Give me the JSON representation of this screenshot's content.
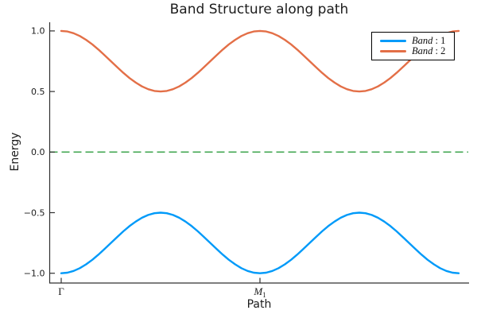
{
  "chart_data": {
    "type": "line",
    "title": "Band Structure along path",
    "xlabel": "Path",
    "ylabel": "Energy",
    "xlim": [
      -0.06,
      2.05
    ],
    "ylim": [
      -1.08,
      1.07
    ],
    "grid": false,
    "legend": {
      "position": "top-right",
      "border_color": "#000000",
      "background": "#ffffff"
    },
    "xticks": [
      {
        "value": 0,
        "text": "Γ",
        "italic": false,
        "sub": ""
      },
      {
        "value": 1,
        "text": "M",
        "italic": true,
        "sub": "1"
      }
    ],
    "yticks": [
      {
        "value": 1.0,
        "label": "1.0"
      },
      {
        "value": 0.5,
        "label": "0.5"
      },
      {
        "value": 0.0,
        "label": "0.0"
      },
      {
        "value": -0.5,
        "label": "−0.5"
      },
      {
        "value": -1.0,
        "label": "−1.0"
      }
    ],
    "x": [
      0,
      0.03125,
      0.0625,
      0.09375,
      0.125,
      0.15625,
      0.1875,
      0.21875,
      0.25,
      0.28125,
      0.3125,
      0.34375,
      0.375,
      0.40625,
      0.4375,
      0.46875,
      0.5,
      0.53125,
      0.5625,
      0.59375,
      0.625,
      0.65625,
      0.6875,
      0.71875,
      0.75,
      0.78125,
      0.8125,
      0.84375,
      0.875,
      0.90625,
      0.9375,
      0.96875,
      1,
      1.03125,
      1.0625,
      1.09375,
      1.125,
      1.15625,
      1.1875,
      1.21875,
      1.25,
      1.28125,
      1.3125,
      1.34375,
      1.375,
      1.40625,
      1.4375,
      1.46875,
      1.5,
      1.53125,
      1.5625,
      1.59375,
      1.625,
      1.65625,
      1.6875,
      1.71875,
      1.75,
      1.78125,
      1.8125,
      1.84375,
      1.875,
      1.90625,
      1.9375,
      1.96875,
      2
    ],
    "series": [
      {
        "id": "band-1",
        "label_math": "Band",
        "label_rest": " : 1",
        "color": "#009af9",
        "values": [
          -1,
          -0.9952,
          -0.981,
          -0.9579,
          -0.9268,
          -0.8889,
          -0.8457,
          -0.7988,
          -0.75,
          -0.7012,
          -0.6543,
          -0.6111,
          -0.5732,
          -0.5421,
          -0.519,
          -0.5048,
          -0.5,
          -0.5048,
          -0.519,
          -0.5421,
          -0.5732,
          -0.6111,
          -0.6543,
          -0.7012,
          -0.75,
          -0.7988,
          -0.8457,
          -0.8889,
          -0.9268,
          -0.9579,
          -0.981,
          -0.9952,
          -1,
          -0.9952,
          -0.981,
          -0.9579,
          -0.9268,
          -0.8889,
          -0.8457,
          -0.7988,
          -0.75,
          -0.7012,
          -0.6543,
          -0.6111,
          -0.5732,
          -0.5421,
          -0.519,
          -0.5048,
          -0.5,
          -0.5048,
          -0.519,
          -0.5421,
          -0.5732,
          -0.6111,
          -0.6543,
          -0.7012,
          -0.75,
          -0.7988,
          -0.8457,
          -0.8889,
          -0.9268,
          -0.9579,
          -0.981,
          -0.9952,
          -1
        ]
      },
      {
        "id": "band-2",
        "label_math": "Band",
        "label_rest": " : 2",
        "color": "#e36f47",
        "values": [
          1,
          0.9952,
          0.981,
          0.9579,
          0.9268,
          0.8889,
          0.8457,
          0.7988,
          0.75,
          0.7012,
          0.6543,
          0.6111,
          0.5732,
          0.5421,
          0.519,
          0.5048,
          0.5,
          0.5048,
          0.519,
          0.5421,
          0.5732,
          0.6111,
          0.6543,
          0.7012,
          0.75,
          0.7988,
          0.8457,
          0.8889,
          0.9268,
          0.9579,
          0.981,
          0.9952,
          1,
          0.9952,
          0.981,
          0.9579,
          0.9268,
          0.8889,
          0.8457,
          0.7988,
          0.75,
          0.7012,
          0.6543,
          0.6111,
          0.5732,
          0.5421,
          0.519,
          0.5048,
          0.5,
          0.5048,
          0.519,
          0.5421,
          0.5732,
          0.6111,
          0.6543,
          0.7012,
          0.75,
          0.7988,
          0.8457,
          0.8889,
          0.9268,
          0.9579,
          0.981,
          0.9952,
          1
        ]
      }
    ],
    "reference_lines": [
      {
        "id": "fermi-level",
        "value": 0.0,
        "color": "#3da44d",
        "style": "dashed"
      }
    ],
    "colors": {
      "axis": "#303030",
      "tick_text": "#1b1b1b"
    }
  }
}
